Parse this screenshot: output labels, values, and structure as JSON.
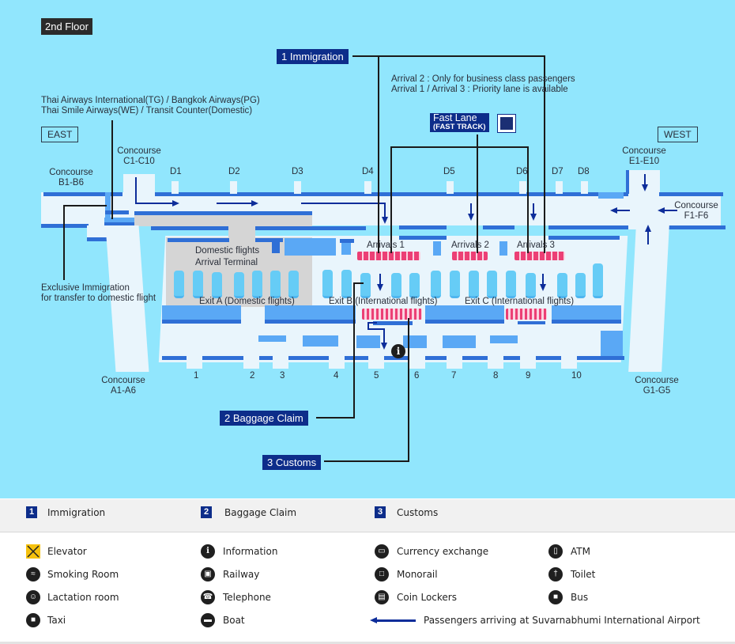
{
  "floor_label": "2nd Floor",
  "directions": {
    "east": "EAST",
    "west": "WEST"
  },
  "callouts": {
    "immigration": "1 Immigration",
    "baggage_claim": "2  Baggage Claim",
    "customs": "3 Customs",
    "fast_lane_title": "Fast Lane",
    "fast_lane_sub": "(FAST TRACK)"
  },
  "notes": {
    "arrival_line1": "Arrival 2 : Only for business class passengers",
    "arrival_line2": "Arrival 1 / Arrival 3 : Priority lane is available",
    "airlines_line1": "Thai Airways International(TG) / Bangkok Airways(PG)",
    "airlines_line2": "Thai Smile Airways(WE) / Transit Counter(Domestic)",
    "exclusive_line1": "Exclusive Immigration",
    "exclusive_line2": "for transfer to domestic flight",
    "domestic_line1": "Domestic flights",
    "domestic_line2": "Arrival Terminal"
  },
  "concourses": {
    "b": [
      "Concourse",
      "B1-B6"
    ],
    "c": [
      "Concourse",
      "C1-C10"
    ],
    "e": [
      "Concourse",
      "E1-E10"
    ],
    "f": [
      "Concourse",
      "F1-F6"
    ],
    "a": [
      "Concourse",
      "A1-A6"
    ],
    "g": [
      "Concourse",
      "G1-G5"
    ]
  },
  "gates": [
    "D1",
    "D2",
    "D3",
    "D4",
    "D5",
    "D6",
    "D7",
    "D8"
  ],
  "arrival_halls": [
    "Arrivals 1",
    "Arrivals 2",
    "Arrivals 3"
  ],
  "exits": {
    "a": "Exit A (Domestic flights)",
    "b": "Exit B (International flights)",
    "c": "Exit C (International flights)"
  },
  "doors": [
    "1",
    "2",
    "3",
    "4",
    "5",
    "6",
    "7",
    "8",
    "9",
    "10"
  ],
  "legend": {
    "numbered": [
      {
        "num": "1",
        "label": "Immigration"
      },
      {
        "num": "2",
        "label": "Baggage Claim"
      },
      {
        "num": "3",
        "label": "Customs"
      }
    ],
    "icons": [
      {
        "icon": "elevator-icon",
        "label": "Elevator"
      },
      {
        "icon": "smoking-room-icon",
        "label": "Smoking Room"
      },
      {
        "icon": "lactation-room-icon",
        "label": "Lactation room"
      },
      {
        "icon": "taxi-icon",
        "label": "Taxi"
      },
      {
        "icon": "information-icon",
        "label": "Information"
      },
      {
        "icon": "railway-icon",
        "label": "Railway"
      },
      {
        "icon": "telephone-icon",
        "label": "Telephone"
      },
      {
        "icon": "boat-icon",
        "label": "Boat"
      },
      {
        "icon": "currency-exchange-icon",
        "label": "Currency exchange"
      },
      {
        "icon": "monorail-icon",
        "label": "Monorail"
      },
      {
        "icon": "coin-lockers-icon",
        "label": "Coin Lockers"
      },
      {
        "icon": "atm-icon",
        "label": "ATM"
      },
      {
        "icon": "toilet-icon",
        "label": "Toilet"
      },
      {
        "icon": "bus-icon",
        "label": "Bus"
      }
    ],
    "arrow_label": "Passengers arriving at Suvarnabhumi International Airport"
  },
  "colors": {
    "background": "#91e6fd",
    "callout": "#0d2d8a",
    "wall": "#2f6fd6",
    "counter": "#ec3f75",
    "elevator": "#f5c10e"
  }
}
